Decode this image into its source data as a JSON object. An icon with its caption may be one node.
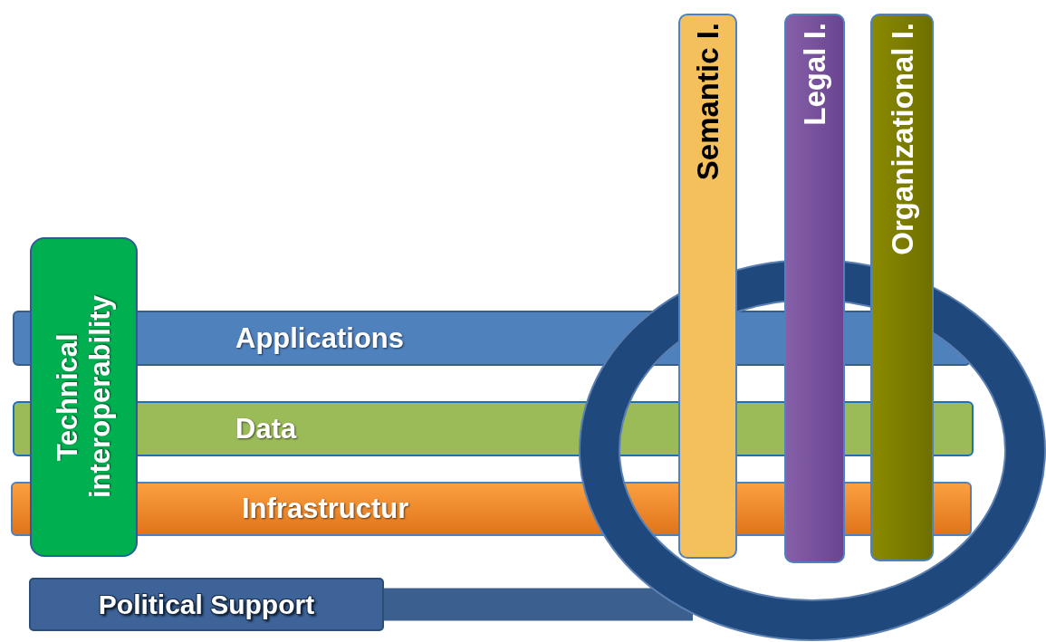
{
  "diagram": {
    "nodes": [
      {
        "text": [
          "Semantic I."
        ]
      },
      {
        "text": [
          "Legal I."
        ]
      },
      {
        "text": [
          "Organizational I."
        ]
      },
      {
        "text": [
          "Technical interoperability"
        ]
      },
      {
        "text": [
          "Applications"
        ]
      },
      {
        "text": [
          "Data"
        ]
      },
      {
        "text": [
          "Infrastructur"
        ]
      },
      {
        "text": [],
        "shape": "ring"
      },
      {
        "text": [
          "Political Support"
        ]
      }
    ],
    "edges": [
      {
        "from": 8,
        "to": 7,
        "arrow": "none"
      }
    ]
  }
}
